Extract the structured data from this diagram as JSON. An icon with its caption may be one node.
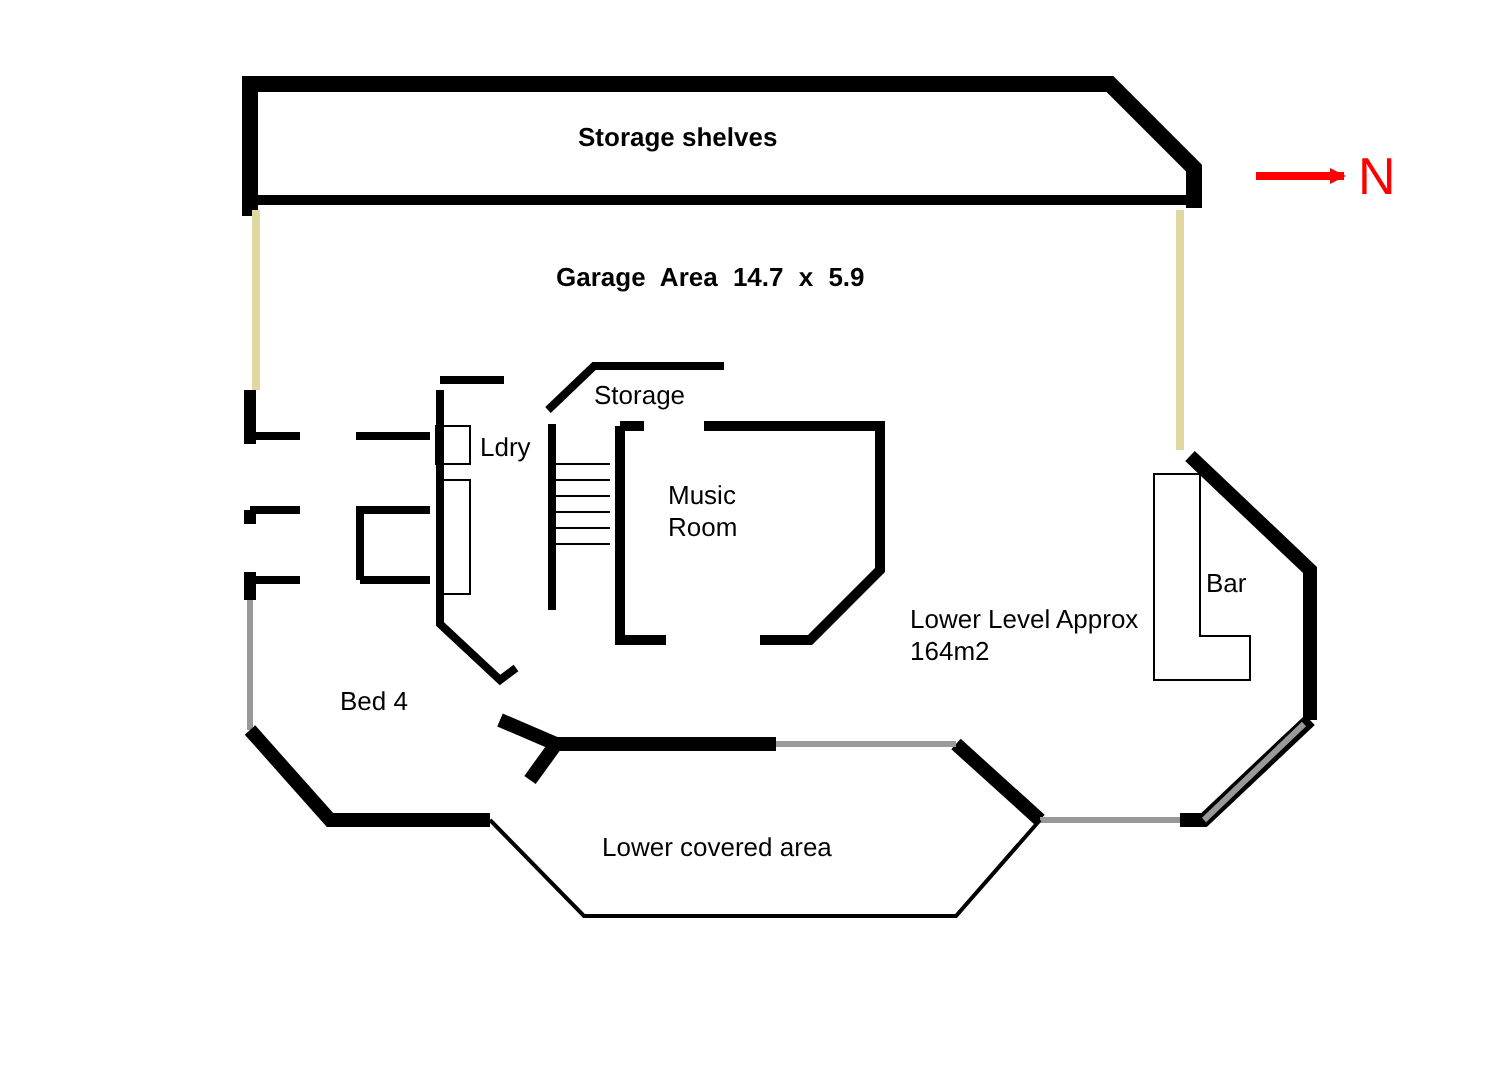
{
  "diagram": {
    "labels": [
      "Storage shelves",
      "Garage Area 14.7 x 5.9",
      "N",
      "Storage",
      "Ldry",
      "Music Room",
      "Bar",
      "Lower Level Approx 164m2",
      "Bed 4",
      "Lower covered area"
    ]
  }
}
